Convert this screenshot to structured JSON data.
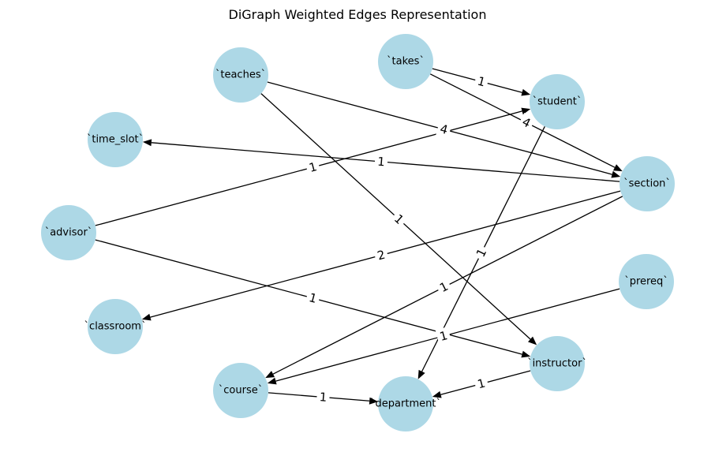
{
  "title": "DiGraph Weighted Edges Representation",
  "colors": {
    "node_fill": "#add8e6",
    "edge": "#000000",
    "background": "#ffffff"
  },
  "nodes": [
    {
      "id": "takes",
      "label": "`takes`"
    },
    {
      "id": "teaches",
      "label": "`teaches`"
    },
    {
      "id": "student",
      "label": "`student`"
    },
    {
      "id": "time_slot",
      "label": "`time_slot`"
    },
    {
      "id": "section",
      "label": "`section`"
    },
    {
      "id": "advisor",
      "label": "`advisor`"
    },
    {
      "id": "prereq",
      "label": "`prereq`"
    },
    {
      "id": "classroom",
      "label": "`classroom`"
    },
    {
      "id": "instructor",
      "label": "`instructor`"
    },
    {
      "id": "course",
      "label": "`course`"
    },
    {
      "id": "department",
      "label": "`department`"
    }
  ],
  "edges": [
    {
      "source": "takes",
      "target": "student",
      "weight": "1"
    },
    {
      "source": "takes",
      "target": "section",
      "weight": "4"
    },
    {
      "source": "teaches",
      "target": "section",
      "weight": "4"
    },
    {
      "source": "teaches",
      "target": "instructor",
      "weight": "1"
    },
    {
      "source": "advisor",
      "target": "student",
      "weight": "1"
    },
    {
      "source": "advisor",
      "target": "instructor",
      "weight": "1"
    },
    {
      "source": "section",
      "target": "time_slot",
      "weight": "1"
    },
    {
      "source": "section",
      "target": "classroom",
      "weight": "2"
    },
    {
      "source": "section",
      "target": "course",
      "weight": "1"
    },
    {
      "source": "student",
      "target": "department",
      "weight": "1"
    },
    {
      "source": "prereq",
      "target": "course",
      "weight": "1"
    },
    {
      "source": "course",
      "target": "department",
      "weight": "1"
    },
    {
      "source": "instructor",
      "target": "department",
      "weight": "1"
    }
  ]
}
